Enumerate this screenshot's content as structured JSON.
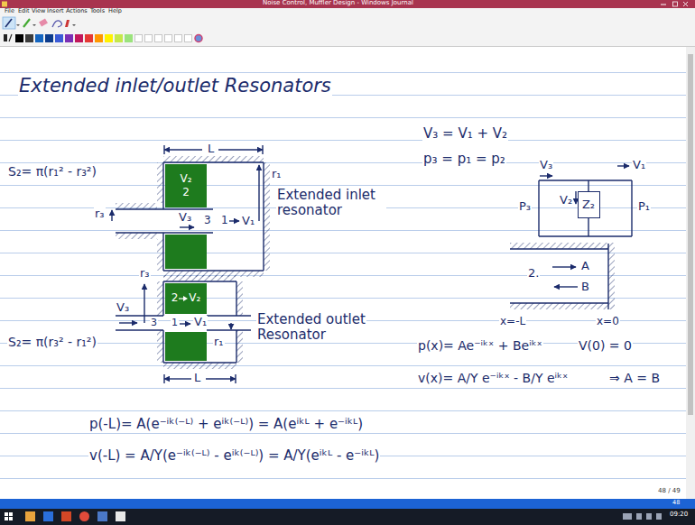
{
  "diagram": {
    "title": "Extended inlet/outlet Resonators",
    "nodes": [
      {
        "text": [
          "V₂",
          "2"
        ]
      },
      {
        "text": [
          "2",
          "V₂"
        ]
      },
      {
        "text": [
          "Z₂"
        ]
      }
    ],
    "labels": [
      "Noise Control, Muffler Design - Windows Journal",
      "File",
      "Edit",
      "View",
      "Insert",
      "Actions",
      "Tools",
      "Help",
      "S₂= π(r₁² - r₃²)",
      "L",
      "r₁",
      "r₃",
      "V₃",
      "3",
      "1",
      "V₁",
      "Extended inlet resonator",
      "S₂= π(r₃² - r₁²)",
      "r₃",
      "V₃",
      "3",
      "1",
      "V₁",
      "r₁",
      "L",
      "Extended outlet Resonator",
      "V₃ = V₁ + V₂",
      "p₃ = p₁ = p₂",
      "V₃",
      "V₁",
      "V₂",
      "P₃",
      "P₁",
      "2.",
      "A",
      "B",
      "x=-L",
      "x=0",
      "p(x)= Ae⁻ⁱᵏˣ + Beⁱᵏˣ",
      "V(0) = 0",
      "v(x)= A/Y e⁻ⁱᵏˣ - B/Y eⁱᵏˣ",
      "⇒ A = B",
      "p(-L)= A(e⁻ⁱᵏ⁽⁻ᴸ⁾ + eⁱᵏ⁽⁻ᴸ⁾) = A(eⁱᵏᴸ + e⁻ⁱᵏᴸ)",
      "v(-L) = A/Y(e⁻ⁱᵏ⁽⁻ᴸ⁾ - eⁱᵏ⁽⁻ᴸ⁾) = A/Y(eⁱᵏᴸ - e⁻ⁱᵏᴸ)",
      "48 / 49",
      "48",
      "09:20"
    ]
  }
}
